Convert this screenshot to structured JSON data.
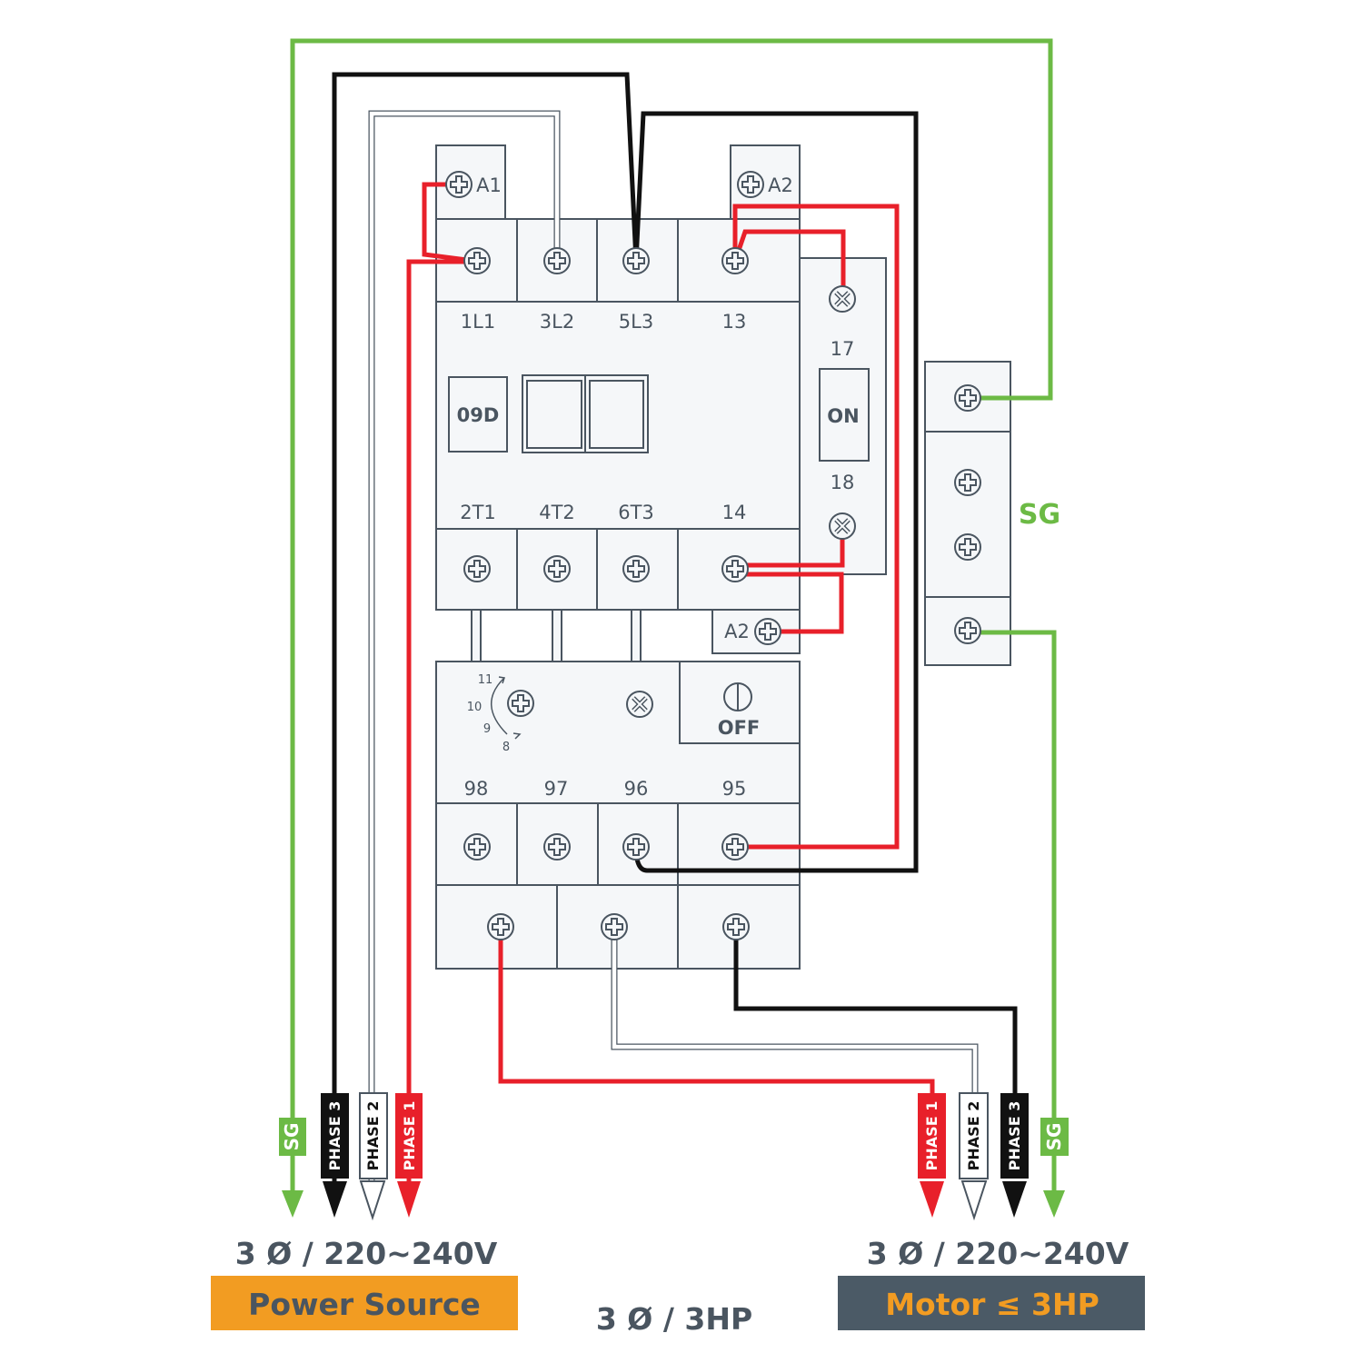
{
  "colors": {
    "phase1": "#e8202a",
    "phase2": "#ffffff",
    "phase3": "#111111",
    "ground": "#6cba45",
    "outline": "#4a5560",
    "power_source": "#f29c22",
    "motor": "#4b5a66"
  },
  "contactor": {
    "coil_terminals": [
      "A1",
      "A2"
    ],
    "line_terminals": [
      "1L1",
      "3L2",
      "5L3",
      "13"
    ],
    "load_terminals": [
      "2T1",
      "4T2",
      "6T3",
      "14"
    ],
    "model": "09D",
    "aux_terminals": [
      "17",
      "18"
    ],
    "on_label": "ON",
    "coil_a2_lower": "A2"
  },
  "overload": {
    "dial_numbers": [
      "11",
      "10",
      "9",
      "8"
    ],
    "off_label": "OFF",
    "terminals": [
      "98",
      "97",
      "96",
      "95"
    ]
  },
  "ground_block": {
    "label": "SG"
  },
  "left_leads": [
    "SG",
    "PHASE 3",
    "PHASE 2",
    "PHASE 1"
  ],
  "right_leads": [
    "PHASE 1",
    "PHASE 2",
    "PHASE 3",
    "SG"
  ],
  "power_source": {
    "voltage": "3 Ø / 220~240V",
    "label": "Power Source"
  },
  "motor": {
    "voltage": "3 Ø / 220~240V",
    "label": "Motor ≤ 3HP"
  },
  "rating": "3 Ø / 3HP"
}
